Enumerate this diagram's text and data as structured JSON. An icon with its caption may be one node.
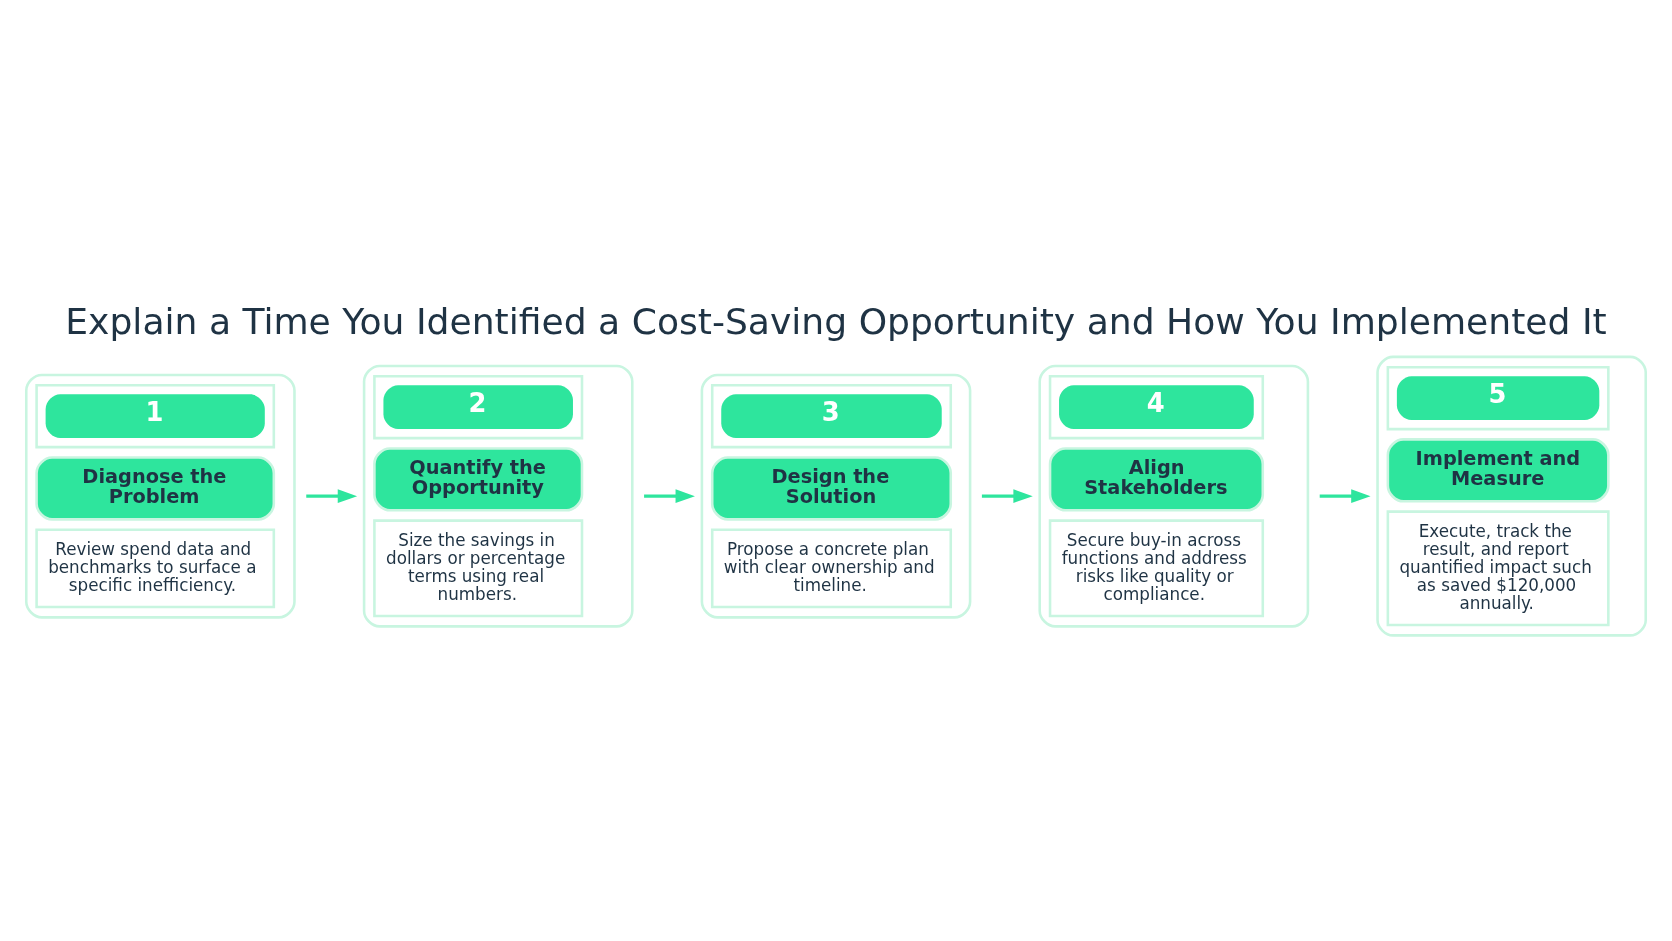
{
  "diagram": {
    "title": "Explain a Time You Identified a Cost-Saving Opportunity and How You Implemented It",
    "nodes": [
      {
        "text": [
          "1",
          "Diagnose the Problem",
          "Review spend data and benchmarks to surface a specific inefficiency."
        ]
      },
      {
        "text": [
          "2",
          "Quantify the Opportunity",
          "Size the savings in dollars or percentage terms using real numbers."
        ]
      },
      {
        "text": [
          "3",
          "Design the Solution",
          "Propose a concrete plan with clear ownership and timeline."
        ]
      },
      {
        "text": [
          "4",
          "Align Stakeholders",
          "Secure buy-in across functions and address risks like quality or compliance."
        ]
      },
      {
        "text": [
          "5",
          "Implement and Measure",
          "Execute, track the result, and report quantified impact such as saved $120,000 annually."
        ]
      }
    ],
    "edges": [
      {
        "from": 0,
        "to": 1,
        "arrow": "to"
      },
      {
        "from": 1,
        "to": 2,
        "arrow": "to"
      },
      {
        "from": 2,
        "to": 3,
        "arrow": "to"
      },
      {
        "from": 3,
        "to": 4,
        "arrow": "to"
      }
    ]
  }
}
